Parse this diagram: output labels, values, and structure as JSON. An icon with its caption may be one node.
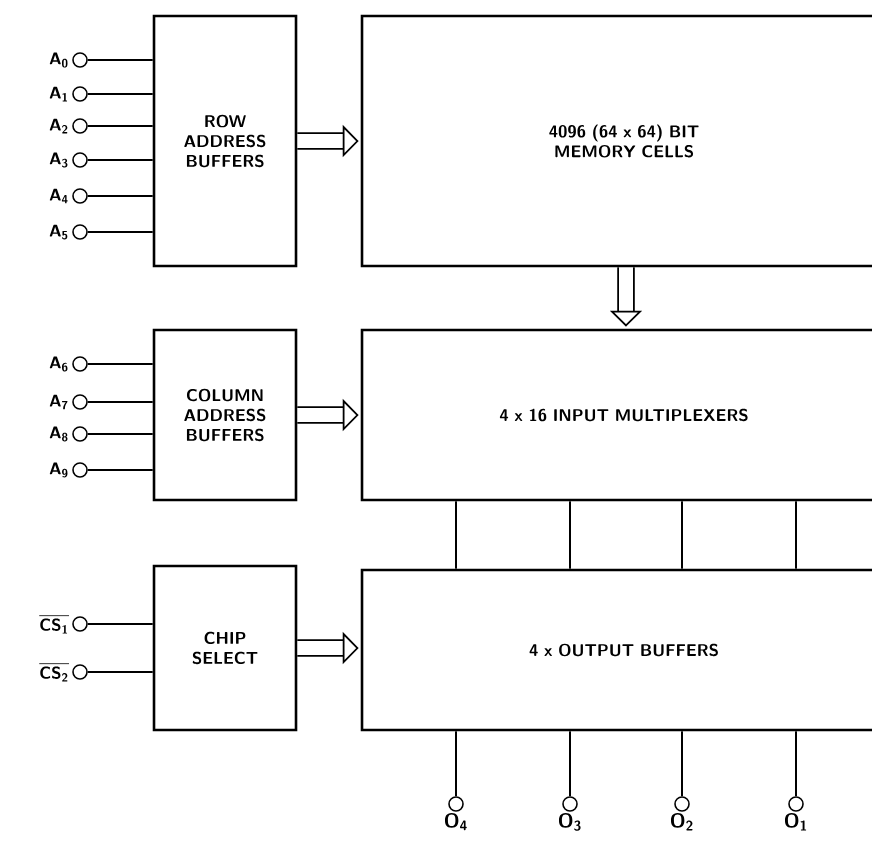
{
  "diagram": {
    "nodes": [
      {
        "text": [
          "ROW ADDRESS BUFFERS"
        ]
      },
      {
        "text": [
          "4096 (64 x 64) BIT MEMORY CELLS"
        ]
      },
      {
        "text": [
          "COLUMN ADDRESS BUFFERS"
        ]
      },
      {
        "text": [
          "4 x 16 INPUT MULTIPLEXERS"
        ]
      },
      {
        "text": [
          "CHIP SELECT"
        ]
      },
      {
        "text": [
          "4 x OUTPUT BUFFERS"
        ]
      },
      {
        "text": [
          "A$_{0}$"
        ]
      },
      {
        "text": [
          "A$_{1}$"
        ]
      },
      {
        "text": [
          "A$_{2}$"
        ]
      },
      {
        "text": [
          "A$_{3}$"
        ]
      },
      {
        "text": [
          "A$_{4}$"
        ]
      },
      {
        "text": [
          "A$_{5}$"
        ]
      },
      {
        "text": [
          "A$_{6}$"
        ]
      },
      {
        "text": [
          "A$_{7}$"
        ]
      },
      {
        "text": [
          "A$_{8}$"
        ]
      },
      {
        "text": [
          "A$_{9}$"
        ]
      },
      {
        "text": [
          "CS$_{1}$"
        ]
      },
      {
        "text": [
          "CS$_{2}$"
        ]
      },
      {
        "text": [
          "O$_{4}$"
        ]
      },
      {
        "text": [
          "O$_{3}$"
        ]
      },
      {
        "text": [
          "O$_{2}$"
        ]
      },
      {
        "text": [
          "O$_{1}$"
        ]
      }
    ],
    "edges": [
      {
        "from": 6,
        "to": 0,
        "arrow": "none"
      },
      {
        "from": 7,
        "to": 0,
        "arrow": "none"
      },
      {
        "from": 8,
        "to": 0,
        "arrow": "none"
      },
      {
        "from": 9,
        "to": 0,
        "arrow": "none"
      },
      {
        "from": 10,
        "to": 0,
        "arrow": "none"
      },
      {
        "from": 11,
        "to": 0,
        "arrow": "none"
      },
      {
        "from": 12,
        "to": 2,
        "arrow": "none"
      },
      {
        "from": 13,
        "to": 2,
        "arrow": "none"
      },
      {
        "from": 14,
        "to": 2,
        "arrow": "none"
      },
      {
        "from": 15,
        "to": 2,
        "arrow": "none"
      },
      {
        "from": 16,
        "to": 4,
        "arrow": "none"
      },
      {
        "from": 17,
        "to": 4,
        "arrow": "none"
      },
      {
        "from": 0,
        "to": 1,
        "arrow": "to",
        "style": "thick"
      },
      {
        "from": 1,
        "to": 3,
        "arrow": "to",
        "style": "thick"
      },
      {
        "from": 2,
        "to": 3,
        "arrow": "to",
        "style": "thick"
      },
      {
        "from": 4,
        "to": 5,
        "arrow": "to",
        "style": "thick"
      },
      {
        "from": 3,
        "to": 5,
        "arrow": "none"
      },
      {
        "from": 3,
        "to": 5,
        "arrow": "none"
      },
      {
        "from": 3,
        "to": 5,
        "arrow": "none"
      },
      {
        "from": 3,
        "to": 5,
        "arrow": "none"
      },
      {
        "from": 5,
        "to": 18,
        "arrow": "none"
      },
      {
        "from": 5,
        "to": 19,
        "arrow": "none"
      },
      {
        "from": 5,
        "to": 20,
        "arrow": "none"
      },
      {
        "from": 5,
        "to": 21,
        "arrow": "none"
      }
    ]
  }
}
